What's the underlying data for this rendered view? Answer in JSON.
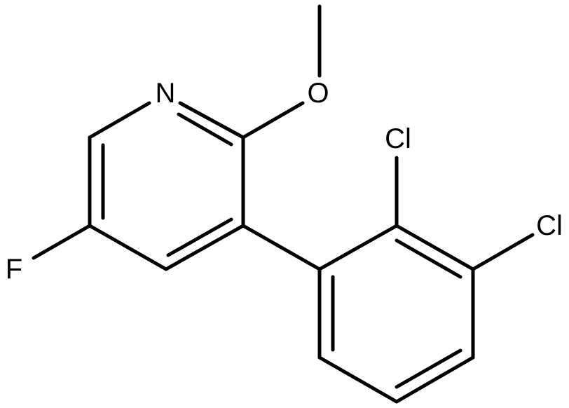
{
  "molecule": {
    "atoms": [
      {
        "id": "N",
        "label": "N"
      },
      {
        "id": "O",
        "label": "O"
      },
      {
        "id": "Cl1",
        "label": "Cl"
      },
      {
        "id": "Cl2",
        "label": "Cl"
      },
      {
        "id": "F",
        "label": "F"
      }
    ],
    "bond_color": "#000000"
  }
}
